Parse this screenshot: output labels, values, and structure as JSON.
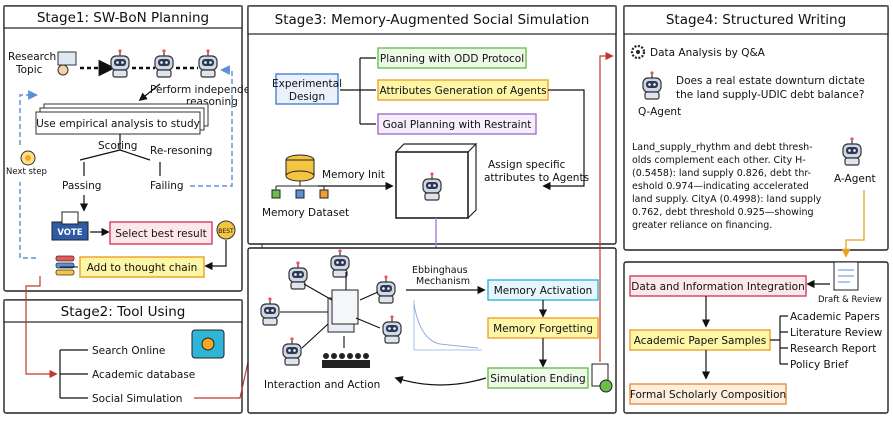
{
  "colors": {
    "pink": "#f4b6c2",
    "green_border": "#6abf4b",
    "orange_border": "#f0a030",
    "purple_border": "#a070c8",
    "blue_border": "#4a7fd4",
    "yellow_fill": "#fdf6a6",
    "arrow_red": "#c0392b",
    "arrow_purple": "#b07ad0",
    "arrow_orange": "#e8a020",
    "dashed_blue": "#5b8fd8"
  },
  "stage1": {
    "title": "Stage1: SW-BoN Planning",
    "research_topic": [
      "Research",
      "Topic"
    ],
    "perform": [
      "Perform independent",
      "reasoning"
    ],
    "empirical": "Use empirical analysis to study",
    "scoring": "Scoring",
    "reresoning": "Re-resoning",
    "next_step": "Next step",
    "passing": "Passing",
    "failing": "Failing",
    "vote": "VOTE",
    "select_best": "Select best result",
    "best": "BEST",
    "thought_chain": "Add to thought chain"
  },
  "stage2": {
    "title": "Stage2: Tool Using",
    "items": [
      "Search Online",
      "Academic database",
      "Social Simulation"
    ]
  },
  "stage3": {
    "title": "Stage3: Memory-Augmented Social Simulation",
    "experimental_design": [
      "Experimental",
      "Design"
    ],
    "odd": "Planning with ODD Protocol",
    "attributes": "Attributes Generation of Agents",
    "goal": "Goal Planning with Restraint",
    "memory_dataset": "Memory Dataset",
    "memory_init": "Memory Init",
    "assign": [
      "Assign  specific",
      "attributes to Agents"
    ],
    "ebbinghaus": [
      "Ebbinghaus",
      "Mechanism"
    ],
    "activation": "Memory Activation",
    "forgetting": "Memory Forgetting",
    "ending": "Simulation Ending",
    "interaction": "Interaction and Action"
  },
  "stage4": {
    "title": "Stage4: Structured Writing",
    "qa_title": "Data Analysis by Q&A",
    "question": [
      "Does a real estate downturn dictate",
      "the land supply-UDIC debt balance?"
    ],
    "q_agent": "Q-Agent",
    "answer": [
      "Land_supply_rhythm and debt thresh-",
      "olds complement each other. City H-",
      "(0.5458): land supply 0.826, debt thr-",
      "eshold 0.974—indicating accelerated",
      "land supply. CityA (0.4998): land supply",
      "0.762, debt threshold 0.925—showing",
      "greater reliance on financing."
    ],
    "a_agent": "A-Agent",
    "draft_review": "Draft & Review",
    "data_integration": "Data and Information Integration",
    "samples": "Academic Paper Samples",
    "sample_types": [
      "Academic Papers",
      "Literature Review",
      "Research Report",
      "Policy Brief"
    ],
    "formal": "Formal Scholarly Composition"
  }
}
